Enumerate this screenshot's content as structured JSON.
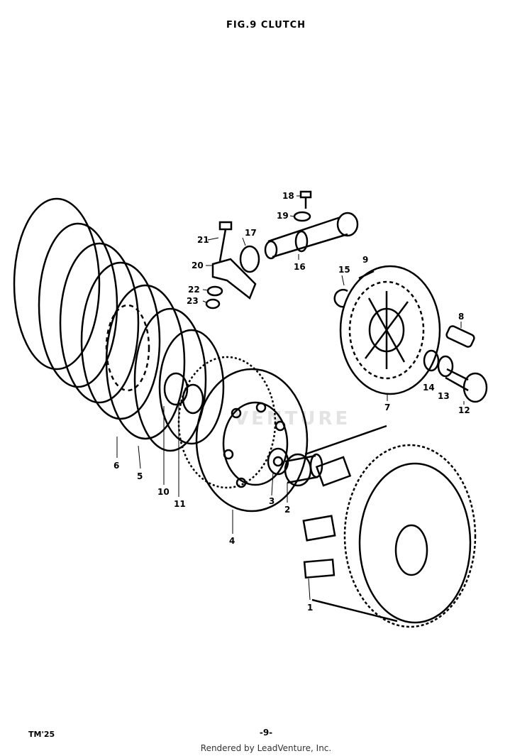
{
  "header": {
    "title": "FIG.9 CLUTCH"
  },
  "footer": {
    "model": "TM'25",
    "page": "-9-",
    "credit": "Rendered by LeadVenture, Inc."
  },
  "watermark": {
    "text": "VENTURE"
  },
  "callouts": [
    {
      "id": "1",
      "label": "1"
    },
    {
      "id": "2",
      "label": "2"
    },
    {
      "id": "3",
      "label": "3"
    },
    {
      "id": "4",
      "label": "4"
    },
    {
      "id": "5",
      "label": "5"
    },
    {
      "id": "6",
      "label": "6"
    },
    {
      "id": "7",
      "label": "7"
    },
    {
      "id": "8",
      "label": "8"
    },
    {
      "id": "9",
      "label": "9"
    },
    {
      "id": "10",
      "label": "10"
    },
    {
      "id": "11",
      "label": "11"
    },
    {
      "id": "12",
      "label": "12"
    },
    {
      "id": "13",
      "label": "13"
    },
    {
      "id": "14",
      "label": "14"
    },
    {
      "id": "15",
      "label": "15"
    },
    {
      "id": "16",
      "label": "16"
    },
    {
      "id": "17",
      "label": "17"
    },
    {
      "id": "18",
      "label": "18"
    },
    {
      "id": "19",
      "label": "19"
    },
    {
      "id": "20",
      "label": "20"
    },
    {
      "id": "21",
      "label": "21"
    },
    {
      "id": "22",
      "label": "22"
    },
    {
      "id": "23",
      "label": "23"
    }
  ]
}
